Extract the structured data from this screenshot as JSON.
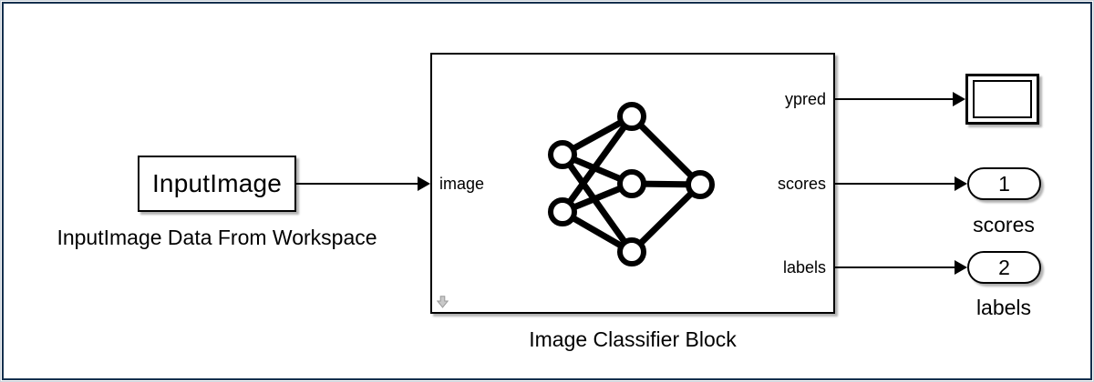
{
  "colors": {
    "frame": "#14304E",
    "line": "#000000",
    "block_border": "#000000",
    "badge": "#C4C4C4",
    "background": "#FFFFFF"
  },
  "workspace_block": {
    "label": "InputImage",
    "caption": "InputImage Data From Workspace"
  },
  "classifier": {
    "caption": "Image Classifier Block",
    "input_port": "image",
    "output_ports": [
      "ypred",
      "scores",
      "labels"
    ],
    "icon": "neural-network",
    "badge_icon": "look-under-mask-arrow"
  },
  "display_block": {
    "value": ""
  },
  "outports": [
    {
      "number": "1",
      "caption": "scores"
    },
    {
      "number": "2",
      "caption": "labels"
    }
  ]
}
